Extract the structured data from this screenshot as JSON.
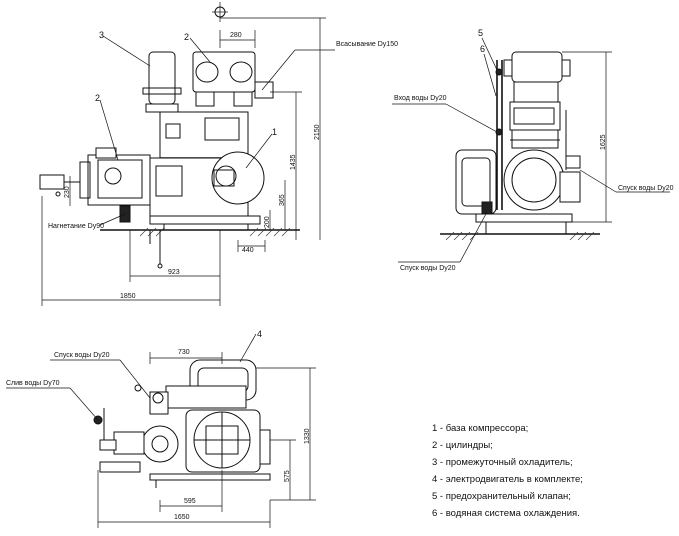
{
  "callouts": {
    "n1": "1",
    "n2a": "2",
    "n2b": "2",
    "n3": "3",
    "n4": "4",
    "n5": "5",
    "n6": "6"
  },
  "labels": {
    "suction": "Всасывание Dy150",
    "discharge": "Нагнетание Dy90",
    "water_in": "Вход воды Dy20",
    "water_drain_right": "Спуск воды Dy20",
    "water_drain_bottom": "Спуск воды Dy20",
    "water_drain_top": "Спуск воды Dy20",
    "water_out": "Слив воды Dy70"
  },
  "dimensions": {
    "d280": "280",
    "d2150": "2150",
    "d1435": "1435",
    "d365": "365",
    "d200": "200",
    "d230": "230",
    "d440": "440",
    "d923": "923",
    "d1850": "1850",
    "d1625": "1625",
    "d730": "730",
    "d1330": "1330",
    "d575": "575",
    "d595": "595",
    "d1650": "1650"
  },
  "legend": [
    "1 - база компрессора;",
    "2 - цилиндры;",
    "3 - промежуточный охладитель;",
    "4 - электродвигатель в комплекте;",
    "5 - предохранительный клапан;",
    "6 - водяная система охлаждения."
  ]
}
